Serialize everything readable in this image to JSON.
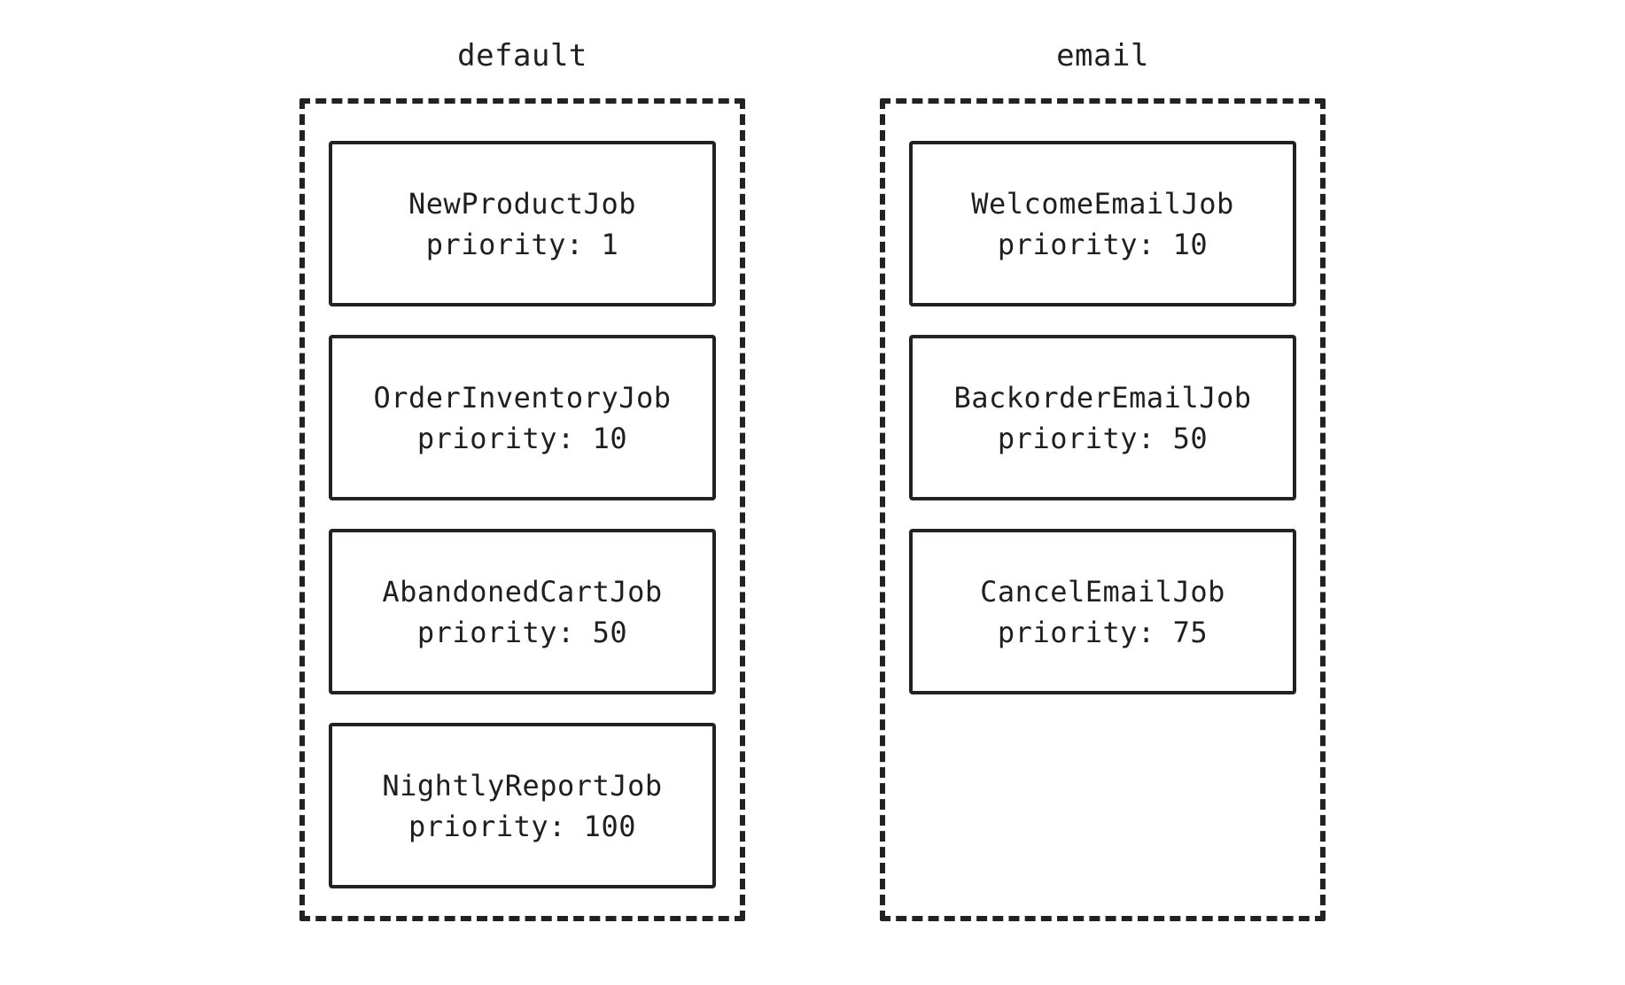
{
  "colors": {
    "ink": "#1f1f1f",
    "border": "#222222",
    "background": "#ffffff"
  },
  "diagram": {
    "queues": [
      {
        "name": "default",
        "jobs": [
          {
            "class_name": "NewProductJob",
            "priority_text": "priority: 1"
          },
          {
            "class_name": "OrderInventoryJob",
            "priority_text": "priority: 10"
          },
          {
            "class_name": "AbandonedCartJob",
            "priority_text": "priority: 50"
          },
          {
            "class_name": "NightlyReportJob",
            "priority_text": "priority: 100"
          }
        ]
      },
      {
        "name": "email",
        "jobs": [
          {
            "class_name": "WelcomeEmailJob",
            "priority_text": "priority: 10"
          },
          {
            "class_name": "BackorderEmailJob",
            "priority_text": "priority: 50"
          },
          {
            "class_name": "CancelEmailJob",
            "priority_text": "priority: 75"
          }
        ]
      }
    ]
  }
}
